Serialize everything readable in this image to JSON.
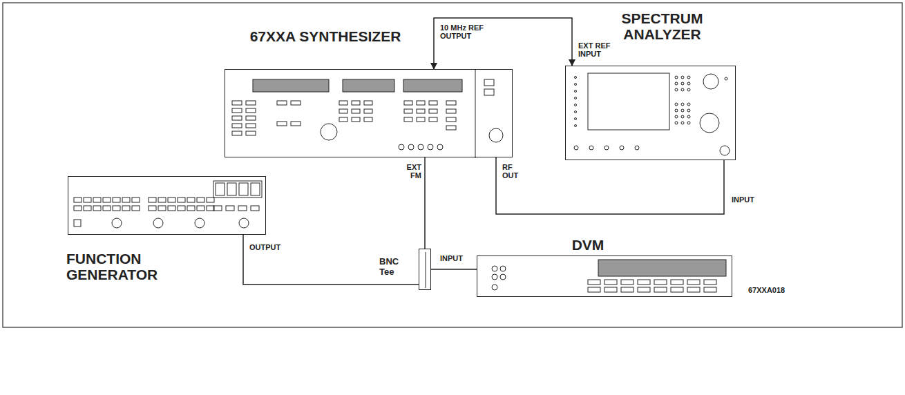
{
  "diagram": {
    "nodes": [
      {
        "text": [
          "67XXA SYNTHESIZER"
        ]
      },
      {
        "text": [
          "SPECTRUM ANALYZER"
        ]
      },
      {
        "text": [
          "FUNCTION GENERATOR"
        ]
      },
      {
        "text": [
          "BNC Tee"
        ]
      },
      {
        "text": [
          "DVM"
        ]
      }
    ],
    "edges": [
      {
        "from": 0,
        "to": 1,
        "arrow": "both"
      },
      {
        "from": 0,
        "to": 1,
        "arrow": "none"
      },
      {
        "from": 2,
        "to": 3,
        "arrow": "none"
      },
      {
        "from": 3,
        "to": 0,
        "arrow": "none"
      },
      {
        "from": 3,
        "to": 4,
        "arrow": "none"
      }
    ],
    "labels": [
      "10 MHz REF OUTPUT",
      "EXT REF INPUT",
      "EXT FM",
      "RF OUT",
      "INPUT",
      "OUTPUT",
      "INPUT",
      "67XXA018"
    ]
  }
}
